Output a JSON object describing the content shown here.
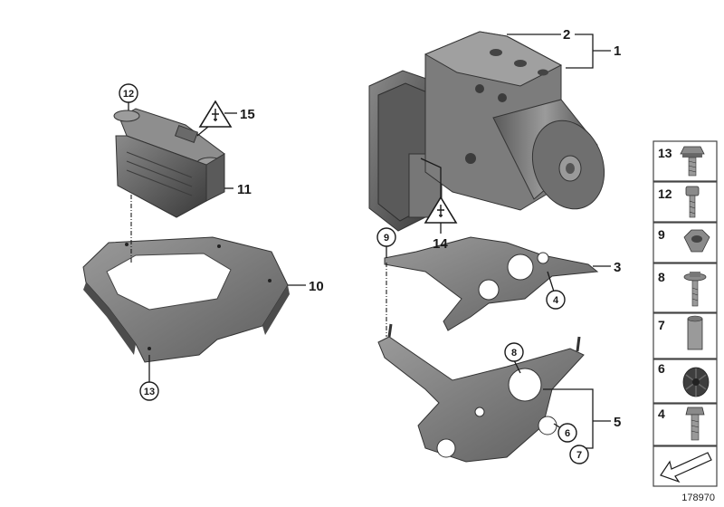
{
  "callouts": {
    "c1": "1",
    "c2": "2",
    "c3": "3",
    "c4": "4",
    "c5": "5",
    "c6": "6",
    "c7": "7",
    "c8": "8",
    "c9": "9",
    "c10": "10",
    "c11": "11",
    "c12": "12",
    "c13": "13",
    "c14": "14",
    "c15": "15"
  },
  "parts_panel": [
    {
      "number": "13",
      "icon": "hex-bolt-flange-icon"
    },
    {
      "number": "12",
      "icon": "socket-bolt-icon"
    },
    {
      "number": "9",
      "icon": "hex-nut-icon"
    },
    {
      "number": "8",
      "icon": "collar-bolt-icon"
    },
    {
      "number": "7",
      "icon": "sleeve-icon"
    },
    {
      "number": "6",
      "icon": "rubber-grommet-icon"
    },
    {
      "number": "4",
      "icon": "hex-bolt-icon"
    }
  ],
  "document_number": "178970",
  "colors": {
    "part_dark": "#4a4a4a",
    "part_mid": "#6e6e6e",
    "part_light": "#9a9a9a",
    "line": "#1a1a1a"
  }
}
